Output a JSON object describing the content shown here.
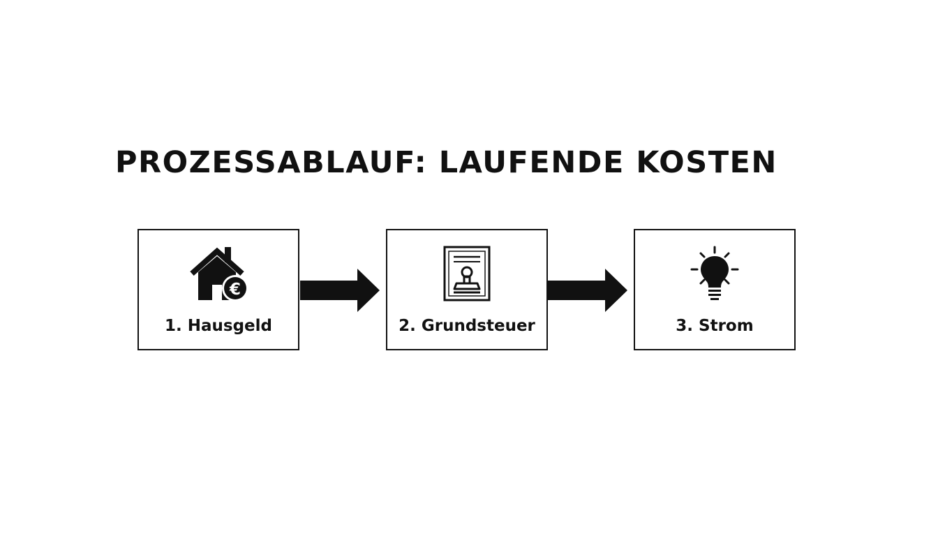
{
  "diagram": {
    "title": "PROZESSABLAUF: LAUFENDE KOSTEN",
    "steps": [
      {
        "label": "1. Hausgeld",
        "icon": "house-euro-icon"
      },
      {
        "label": "2. Grundsteuer",
        "icon": "tax-document-stamp-icon"
      },
      {
        "label": "3. Strom",
        "icon": "lightbulb-icon"
      }
    ],
    "colors": {
      "stroke": "#111111",
      "background": "#ffffff"
    }
  }
}
